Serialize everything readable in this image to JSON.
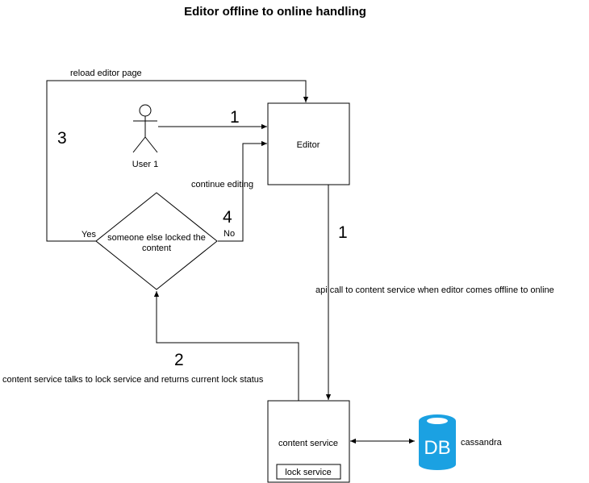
{
  "title": "Editor offline to online handling",
  "nodes": {
    "actor": "User 1",
    "editor": "Editor",
    "decision_line1": "someone else locked the",
    "decision_line2": "content",
    "content_service": "content service",
    "lock_service": "lock service",
    "db_icon_text": "DB",
    "db_label": "cassandra"
  },
  "edges": {
    "reload": "reload editor page",
    "continue_editing": "continue editing",
    "api_call": "api call to content service when editor comes offline to online",
    "lock_status": "content service talks to lock service and returns current lock status",
    "yes": "Yes",
    "no": "No"
  },
  "steps": {
    "user_to_editor": "1",
    "editor_to_service": "1",
    "service_to_decision": "2",
    "reload_loop": "3",
    "continue_path": "4"
  },
  "colors": {
    "db": "#1ba1e2",
    "db_top": "#ffffff"
  }
}
